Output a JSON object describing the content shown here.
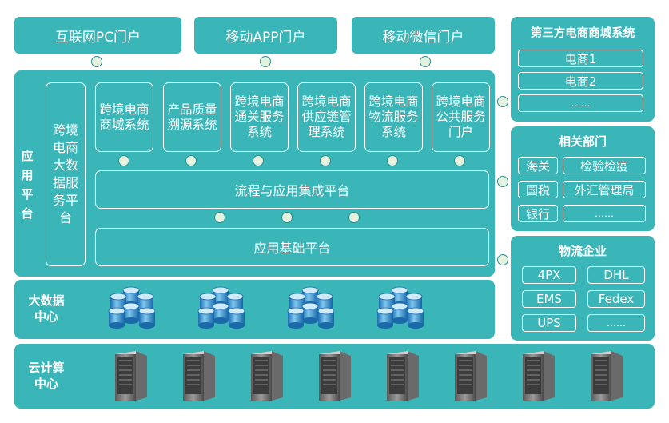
{
  "portals": [
    "互联网PC门户",
    "移动APP门户",
    "移动微信门户"
  ],
  "app_platform": {
    "label": "应用平台",
    "bigdata_service": "跨境电商大数据服务平台",
    "systems": [
      "跨境电商商城系统",
      "产品质量溯源系统",
      "跨境电商通关服务系统",
      "跨境电商供应链管理系统",
      "跨境电商物流服务系统",
      "跨境电商公共服务门户"
    ],
    "integration": "流程与应用集成平台",
    "base": "应用基础平台"
  },
  "bigdata_center": {
    "label": "大数据中心",
    "db_icon_count": 4
  },
  "cloud_center": {
    "label": "云计算中心",
    "server_icon_count": 8
  },
  "ecommerce_systems": {
    "title": "第三方电商商城系统",
    "items": [
      "电商1",
      "电商2",
      "……"
    ]
  },
  "departments": {
    "title": "相关部门",
    "items": [
      "海关",
      "检验检疫",
      "国税",
      "外汇管理局",
      "银行",
      "……"
    ]
  },
  "logistics": {
    "title": "物流企业",
    "items": [
      "4PX",
      "DHL",
      "EMS",
      "Fedex",
      "UPS",
      "……"
    ]
  },
  "colors": {
    "panel": "#3ab5b8",
    "connector": "#e4f2df"
  }
}
